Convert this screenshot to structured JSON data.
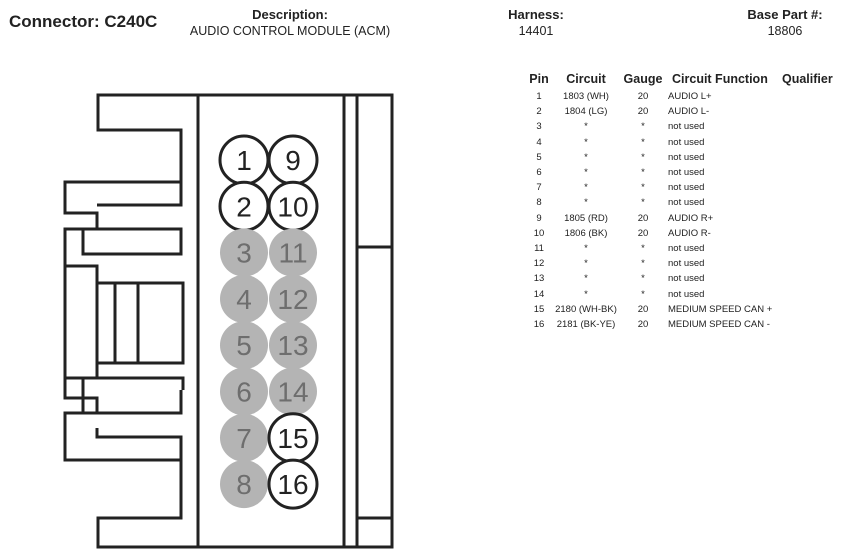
{
  "header": {
    "connector": "Connector: C240C",
    "description_label": "Description:",
    "description_value": "AUDIO CONTROL MODULE (ACM)",
    "harness_label": "Harness:",
    "harness_value": "14401",
    "base_part_label": "Base Part #:",
    "base_part_value": "18806"
  },
  "table": {
    "headers": {
      "pin": "Pin",
      "circuit": "Circuit",
      "gauge": "Gauge",
      "function": "Circuit Function",
      "qualifier": "Qualifier"
    },
    "rows": [
      {
        "pin": "1",
        "circuit": "1803 (WH)",
        "gauge": "20",
        "function": "AUDIO L+"
      },
      {
        "pin": "2",
        "circuit": "1804 (LG)",
        "gauge": "20",
        "function": "AUDIO L-"
      },
      {
        "pin": "3",
        "circuit": "*",
        "gauge": "*",
        "function": "not used"
      },
      {
        "pin": "4",
        "circuit": "*",
        "gauge": "*",
        "function": "not used"
      },
      {
        "pin": "5",
        "circuit": "*",
        "gauge": "*",
        "function": "not used"
      },
      {
        "pin": "6",
        "circuit": "*",
        "gauge": "*",
        "function": "not used"
      },
      {
        "pin": "7",
        "circuit": "*",
        "gauge": "*",
        "function": "not used"
      },
      {
        "pin": "8",
        "circuit": "*",
        "gauge": "*",
        "function": "not used"
      },
      {
        "pin": "9",
        "circuit": "1805 (RD)",
        "gauge": "20",
        "function": "AUDIO R+"
      },
      {
        "pin": "10",
        "circuit": "1806 (BK)",
        "gauge": "20",
        "function": "AUDIO R-"
      },
      {
        "pin": "11",
        "circuit": "*",
        "gauge": "*",
        "function": "not used"
      },
      {
        "pin": "12",
        "circuit": "*",
        "gauge": "*",
        "function": "not used"
      },
      {
        "pin": "13",
        "circuit": "*",
        "gauge": "*",
        "function": "not used"
      },
      {
        "pin": "14",
        "circuit": "*",
        "gauge": "*",
        "function": "not used"
      },
      {
        "pin": "15",
        "circuit": "2180 (WH-BK)",
        "gauge": "20",
        "function": "MEDIUM SPEED CAN +"
      },
      {
        "pin": "16",
        "circuit": "2181 (BK-YE)",
        "gauge": "20",
        "function": "MEDIUM SPEED CAN -"
      }
    ]
  },
  "diagram": {
    "colors": {
      "outline": "#222222",
      "unused_fill": "#b4b4b4",
      "unused_text": "#6e6e6e",
      "used_fill": "#ffffff"
    },
    "pins": [
      {
        "label": "1",
        "used": true
      },
      {
        "label": "9",
        "used": true
      },
      {
        "label": "2",
        "used": true
      },
      {
        "label": "10",
        "used": true
      },
      {
        "label": "3",
        "used": false
      },
      {
        "label": "11",
        "used": false
      },
      {
        "label": "4",
        "used": false
      },
      {
        "label": "12",
        "used": false
      },
      {
        "label": "5",
        "used": false
      },
      {
        "label": "13",
        "used": false
      },
      {
        "label": "6",
        "used": false
      },
      {
        "label": "14",
        "used": false
      },
      {
        "label": "7",
        "used": false
      },
      {
        "label": "15",
        "used": true
      },
      {
        "label": "8",
        "used": false
      },
      {
        "label": "16",
        "used": true
      }
    ]
  }
}
